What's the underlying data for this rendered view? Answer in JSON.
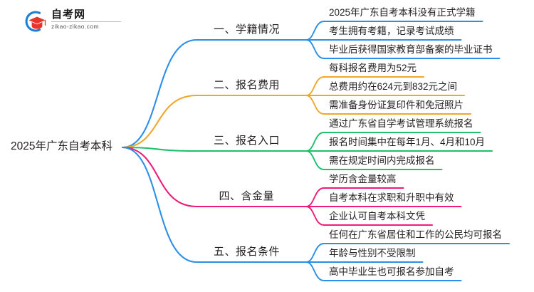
{
  "logo": {
    "name_cn": "自考网",
    "domain": "zikao-zikao.com",
    "mark_icon": "graduation-cap-icon",
    "arc_color": "#1B7FD4",
    "cap_color": "#E02020"
  },
  "mindmap": {
    "root": {
      "label": "2025年广东自考本科"
    },
    "branches": [
      {
        "label": "一、学籍情况",
        "color": "#2B8FE8",
        "children": [
          "2025年广东自考本科没有正式学籍",
          "考生拥有考籍，记录考试成绩",
          "毕业后获得国家教育部备案的毕业证书"
        ]
      },
      {
        "label": "二、报名费用",
        "color": "#F0A82A",
        "children": [
          "每科报名费用为52元",
          "总费用约在624元到832元之间",
          "需准备身份证复印件和免冠照片"
        ]
      },
      {
        "label": "三、报名入口",
        "color": "#1FBF6D",
        "children": [
          "通过广东省自学考试管理系统报名",
          "报名时间集中在每年1月、4月和10月",
          "需在规定时间内完成报名"
        ]
      },
      {
        "label": "四、含金量",
        "color": "#EE1C78",
        "children": [
          "学历含金量较高",
          "自考本科在求职和升职中有效",
          "企业认可自考本科文凭"
        ]
      },
      {
        "label": "五、报名条件",
        "color": "#2B8FE8",
        "children": [
          "任何在广东省居住和工作的公民均可报名",
          "年龄与性别不受限制",
          "高中毕业生也可报名参加自考"
        ]
      }
    ]
  }
}
